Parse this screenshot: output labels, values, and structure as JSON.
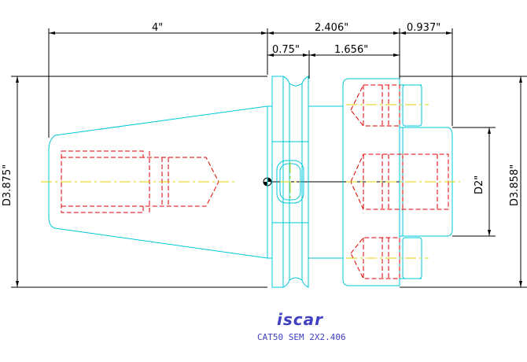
{
  "dimensions": {
    "length_left": "4\"",
    "length_mid": "2.406\"",
    "length_right": "0.937\"",
    "flange": "0.75\"",
    "gauge": "1.656\"",
    "diameter_left": "D3.875\"",
    "diameter_right": "D3.858\"",
    "diameter_pilot": "D2\""
  },
  "branding": {
    "logo": "iscar",
    "caption": "CAT50 SEM 2X2.406"
  },
  "colors": {
    "outline": "#00c8d8",
    "hidden": "#e00000",
    "center": "#e0d000",
    "dimension": "#000000",
    "brand": "#4040c0"
  }
}
